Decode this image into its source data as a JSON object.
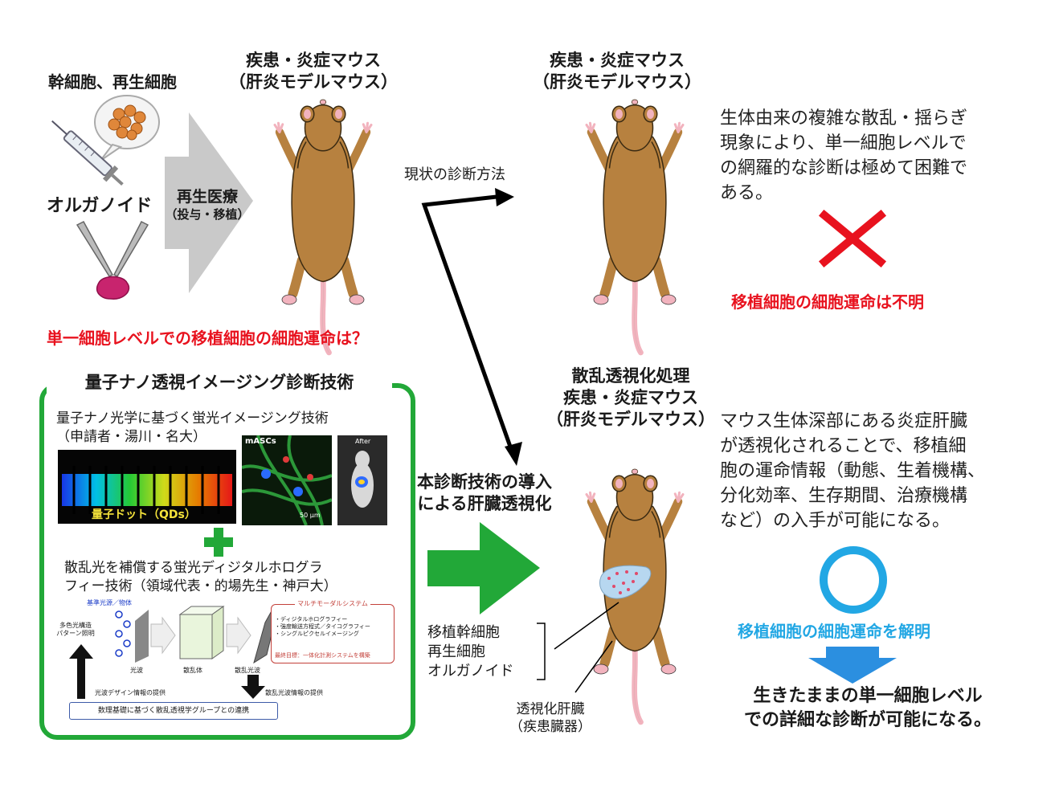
{
  "left_top": {
    "stem_cells_label": "幹細胞、再生細胞",
    "organoid_label": "オルガノイド",
    "therapy_label": "再生医療",
    "therapy_sub": "（投与・移植）",
    "question": "単一細胞レベルでの移植細胞の細胞運命は？"
  },
  "mouse_titles": {
    "mouse1_line1": "疾患・炎症マウス",
    "mouse1_line2": "（肝炎モデルマウス）",
    "mouse2_line1": "疾患・炎症マウス",
    "mouse2_line2": "（肝炎モデルマウス）",
    "mouse3_line0": "散乱透視化処理",
    "mouse3_line1": "疾患・炎症マウス",
    "mouse3_line2": "（肝炎モデルマウス）"
  },
  "arrows": {
    "current_method": "現状の診断方法",
    "new_tech_line1": "本診断技術の導入",
    "new_tech_line2": "による肝臓透視化"
  },
  "right_top": {
    "para_lines": [
      "生体由来の複雑な散乱・揺らぎ",
      "現象により、単一細胞レベルで",
      "の網羅的な診断は極めて困難で",
      "ある。"
    ],
    "result": "移植細胞の細胞運命は不明"
  },
  "right_bottom": {
    "para_lines": [
      "マウス生体深部にある炎症肝臓",
      "が透視化されることで、移植細",
      "胞の運命情報（動態、生着機構、",
      "分化効率、生存期間、治療機構",
      "など）の入手が可能になる。"
    ],
    "result": "移植細胞の細胞運命を解明",
    "conclusion_line1": "生きたままの単一細胞レベル",
    "conclusion_line2": "での詳細な診断が可能になる。"
  },
  "mouse3_labels": {
    "cells_line1": "移植幹細胞",
    "cells_line2": "再生細胞",
    "cells_line3": "オルガノイド",
    "organ_line1": "透視化肝臓",
    "organ_line2": "（疾患臓器）"
  },
  "tech_box": {
    "title": "量子ナノ透視イメージング診断技術",
    "tech1_line1": "量子ナノ光学に基づく蛍光イメージング技術",
    "tech1_line2": "（申請者・湯川・名大）",
    "qd_label": "量子ドット（QDs）",
    "mascs_label": "mASCs",
    "after_label": "After",
    "scale_label": "50 μm",
    "tech2_line1": "散乱光を補償する蛍光ディジタルホログラ",
    "tech2_line2": "フィー技術（領域代表・的場先生・神戸大）",
    "ref_light": "基準光源／物体",
    "multicolor_line1": "多色光構造",
    "multicolor_line2": "パターン照明",
    "light_wave": "光波",
    "scatterer": "散乱体",
    "scattered_wave": "散乱光波",
    "multimodal_title": "マルチモーダルシステム",
    "multimodal_items": [
      "・ディジタルホログラフィー",
      "・強度輸送方程式／タイコグラフィー",
      "・シングルピクセルイメージング"
    ],
    "final_goal": "最終目標：一体化計測システムを構築",
    "design_info": "光波デザイン情報の提供",
    "scatter_info": "散乱光波情報の提供",
    "collab": "数理基礎に基づく散乱透視学グループとの連携"
  },
  "colors": {
    "red": "#e8121e",
    "green": "#22a838",
    "cyan": "#22a7e4",
    "blue_arrow": "#2b8fe0",
    "mouse_fur": "#b7813f"
  }
}
